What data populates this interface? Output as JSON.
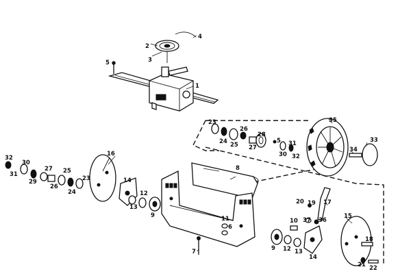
{
  "callouts": {
    "c1": "1",
    "c2": "2",
    "c3": "3",
    "c4": "4",
    "c5a": "5",
    "c5b": "5",
    "c6": "6",
    "c7": "7",
    "c8": "8",
    "c9a": "9",
    "c9b": "9",
    "c10": "10",
    "c11": "11",
    "c12a": "12",
    "c12b": "12",
    "c13a": "13",
    "c13b": "13",
    "c14a": "14",
    "c14b": "14",
    "c15": "15",
    "c16": "16",
    "c17": "17",
    "c18": "18",
    "c19": "19",
    "c20": "20",
    "c21": "21",
    "c22": "22",
    "c23a": "23",
    "c23b": "23",
    "c24a": "24",
    "c24b": "24",
    "c25a": "25",
    "c25b": "25",
    "c26a": "26",
    "c26b": "26",
    "c27a": "27",
    "c27b": "27",
    "c28": "28",
    "c29": "29",
    "c30a": "30",
    "c30b": "30",
    "c31a": "31",
    "c31b": "31",
    "c32a": "32",
    "c32b": "32",
    "c33": "33",
    "c34": "34",
    "c35": "35",
    "c36": "36",
    "c37": "37"
  }
}
